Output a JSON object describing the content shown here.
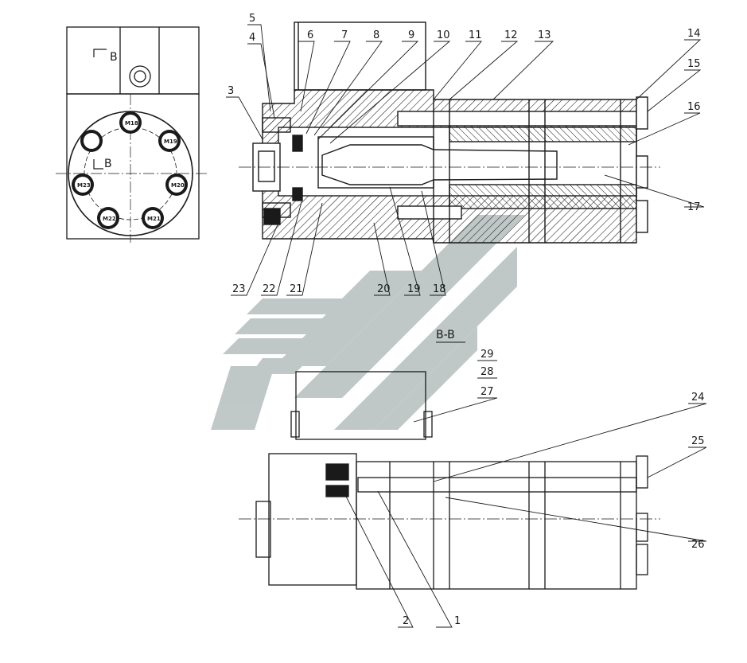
{
  "colors": {
    "line": "#1a1a1a",
    "watermark": "#b9c2c2",
    "hatch": "#1a1a1a",
    "background": "#ffffff"
  },
  "section_label": "B-B",
  "section_marks": [
    "B",
    "B"
  ],
  "callouts": [
    {
      "label": "1"
    },
    {
      "label": "2"
    },
    {
      "label": "3"
    },
    {
      "label": "4"
    },
    {
      "label": "5"
    },
    {
      "label": "6"
    },
    {
      "label": "7"
    },
    {
      "label": "8"
    },
    {
      "label": "9"
    },
    {
      "label": "10"
    },
    {
      "label": "11"
    },
    {
      "label": "12"
    },
    {
      "label": "13"
    },
    {
      "label": "14"
    },
    {
      "label": "15"
    },
    {
      "label": "16"
    },
    {
      "label": "17"
    },
    {
      "label": "18"
    },
    {
      "label": "19"
    },
    {
      "label": "20"
    },
    {
      "label": "21"
    },
    {
      "label": "22"
    },
    {
      "label": "23"
    },
    {
      "label": "24"
    },
    {
      "label": "25"
    },
    {
      "label": "26"
    },
    {
      "label": "27"
    },
    {
      "label": "28"
    },
    {
      "label": "29"
    }
  ],
  "bolt_labels": [
    "M18",
    "M19",
    "M20",
    "M21",
    "M22",
    "M23"
  ]
}
